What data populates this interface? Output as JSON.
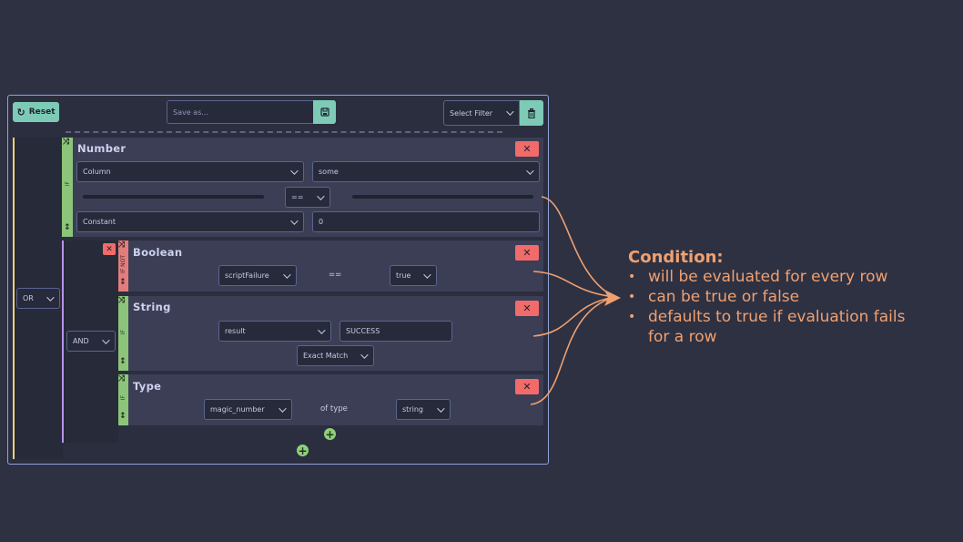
{
  "toolbar": {
    "reset_label": "Reset",
    "save_placeholder": "Save as...",
    "filter_label": "Select Filter"
  },
  "root": {
    "operator": "OR"
  },
  "group": {
    "operator": "AND"
  },
  "number_card": {
    "title": "Number",
    "left_select": "Column",
    "right_select": "some",
    "comparator": "==",
    "value_type": "Constant",
    "value": "0",
    "strip_label": "IF"
  },
  "boolean_card": {
    "title": "Boolean",
    "field": "scriptFailure",
    "comparator": "==",
    "value": "true",
    "strip_label": "IF NOT"
  },
  "string_card": {
    "title": "String",
    "field": "result",
    "value": "SUCCESS",
    "match_mode": "Exact Match",
    "strip_label": "IF"
  },
  "type_card": {
    "title": "Type",
    "field": "magic_number",
    "of_type_label": "of type",
    "type_value": "string",
    "strip_label": "IF"
  },
  "annotation": {
    "title": "Condition:",
    "bullets": [
      "will be evaluated for every row",
      "can be true or false",
      "defaults to true if evaluation fails",
      "for a row"
    ],
    "color": "#f0a070"
  },
  "colors": {
    "background": "#2e3142",
    "accent_teal": "#7dcab6",
    "delete_red": "#f16b6b",
    "strip_green": "#8cc57a",
    "strip_red": "#e37d7d",
    "or_line": "#e8d27a",
    "and_line": "#b892e6"
  }
}
